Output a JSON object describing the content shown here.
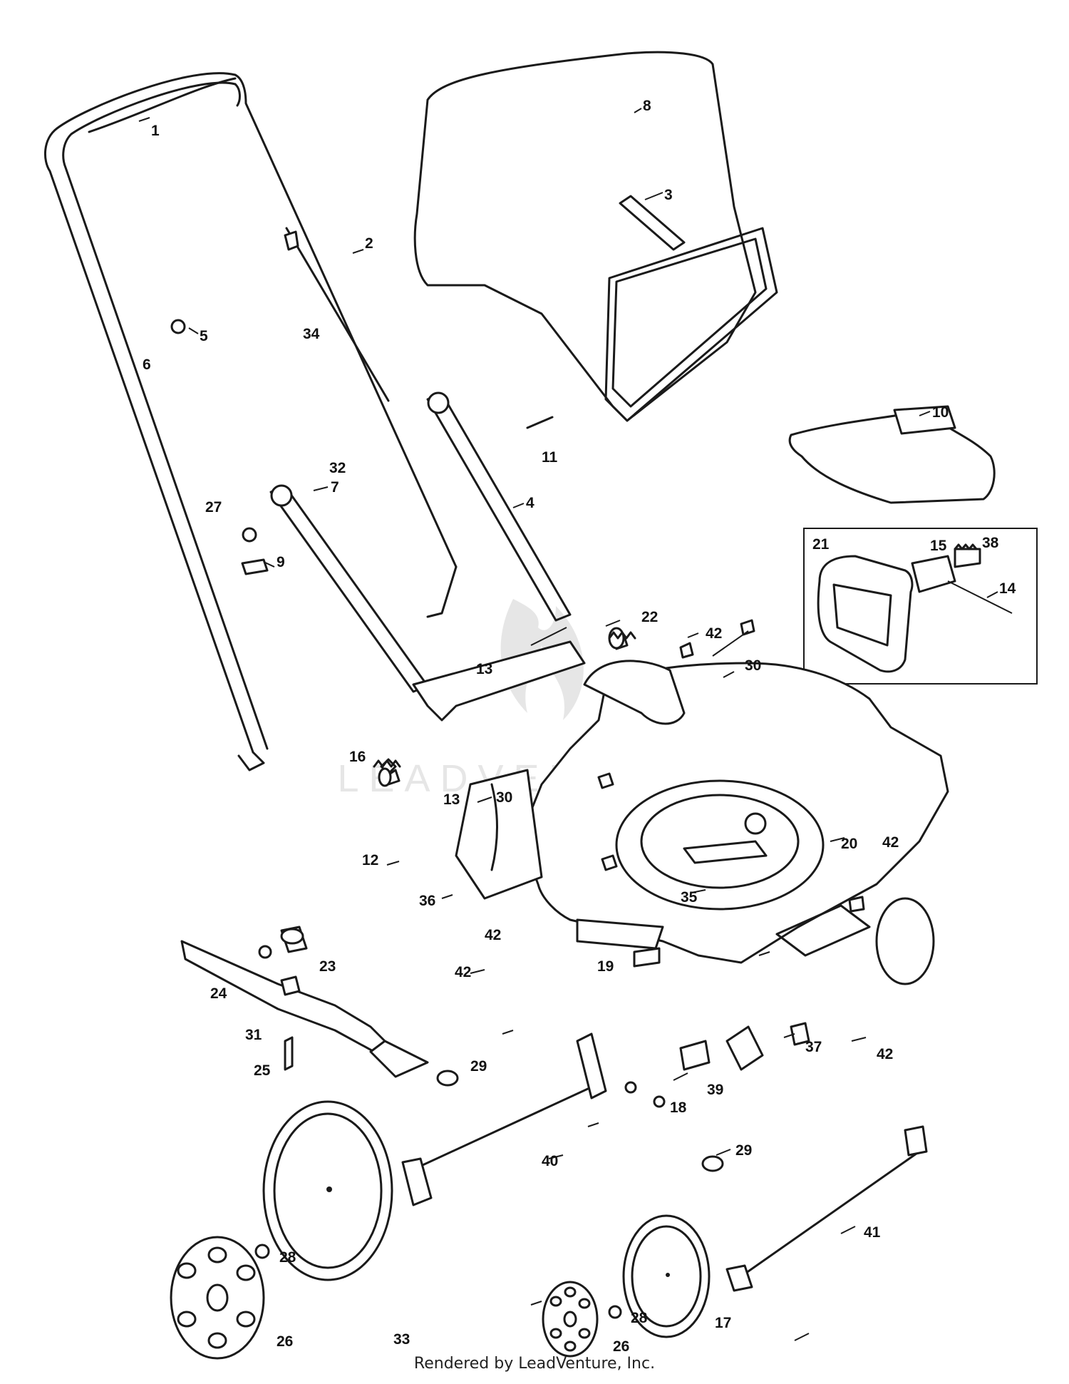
{
  "diagram": {
    "callouts": [
      "1",
      "2",
      "3",
      "4",
      "5",
      "6",
      "7",
      "8",
      "9",
      "10",
      "11",
      "12",
      "13",
      "13",
      "14",
      "15",
      "16",
      "17",
      "18",
      "19",
      "20",
      "21",
      "22",
      "23",
      "24",
      "25",
      "26",
      "26",
      "27",
      "28",
      "28",
      "29",
      "29",
      "30",
      "30",
      "31",
      "32",
      "33",
      "34",
      "35",
      "36",
      "37",
      "38",
      "39",
      "40",
      "41",
      "42",
      "42",
      "42",
      "42",
      "42"
    ],
    "watermark_text": "LEADVENTURE"
  },
  "footer": {
    "text": "Rendered by LeadVenture, Inc."
  },
  "colors": {
    "line": "#1a1a1a",
    "background": "#ffffff",
    "watermark": "#e6e6e6"
  }
}
